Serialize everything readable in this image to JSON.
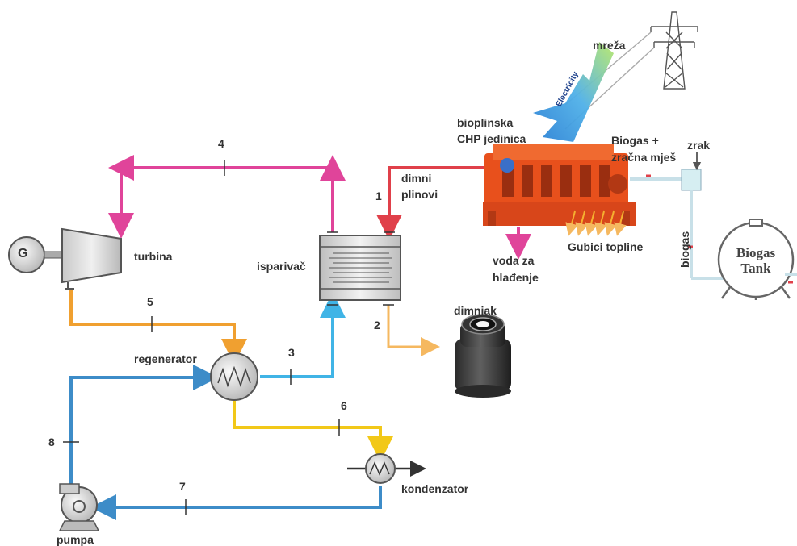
{
  "labels": {
    "generator": "G",
    "turbina": "turbina",
    "isparivac": "isparivač",
    "regenerator": "regenerator",
    "kondenzator": "kondenzator",
    "pumpa": "pumpa",
    "dimnjak": "dimnjak",
    "dimni_plinovi_1": "dimni",
    "dimni_plinovi_2": "plinovi",
    "voda_1": "voda za",
    "voda_2": "hlađenje",
    "gubici": "Gubici topline",
    "chp_1": "bioplinska",
    "chp_2": "CHP jedinica",
    "mreza": "mreža",
    "biogas_mix_1": "Biogas +",
    "biogas_mix_2": "zračna mješ",
    "zrak": "zrak",
    "biogas": "biogas",
    "tank_1": "Biogas",
    "tank_2": "Tank",
    "electricity": "Electricity"
  },
  "streams": {
    "s1": "1",
    "s2": "2",
    "s3": "3",
    "s4": "4",
    "s5": "5",
    "s6": "6",
    "s7": "7",
    "s8": "8"
  },
  "colors": {
    "hot_gas": "#e0404a",
    "vapour": "#e0449a",
    "turbine_exhaust": "#f0a030",
    "cool_flow": "#f5d020",
    "liquid": "#3d8cc8",
    "preheated": "#40b4e6",
    "flue": "#f5b860",
    "engine": "#e8501c"
  }
}
